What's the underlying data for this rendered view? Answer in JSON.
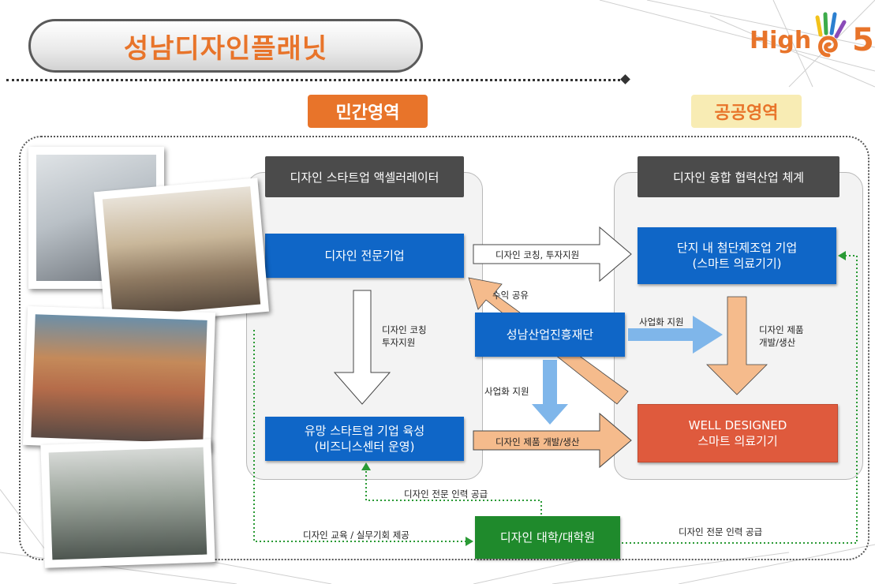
{
  "title": "성남디자인플래닛",
  "logo": {
    "text": "High",
    "number": "5"
  },
  "regions": {
    "private": "민간영역",
    "public": "공공영역"
  },
  "panels": {
    "left_header": "디자인 스타트업 액셀러레이터",
    "right_header": "디자인 융합 협력산업 체계"
  },
  "boxes": {
    "design_firm": "디자인 전문기업",
    "startup_line1": "유망 스타트업 기업 육성",
    "startup_line2": "(비즈니스센터 운영)",
    "foundation": "성남산업진흥재단",
    "manufacturer_line1": "단지 내 첨단제조업 기업",
    "manufacturer_line2": "(스마트 의료기기)",
    "welldesigned_line1": "WELL DESIGNED",
    "welldesigned_line2": "스마트 의료기기",
    "university": "디자인 대학/대학원"
  },
  "labels": {
    "coaching_invest": "디자인 코칭, 투자지원",
    "coaching_line1": "디자인 코칭",
    "coaching_line2": "투자지원",
    "profit_share": "수익 공유",
    "biz_support_right": "사업화 지원",
    "biz_support_down": "사업화 지원",
    "product_dev_line1": "디자인 제품",
    "product_dev_line2": "개발/생산",
    "product_dev_bottom": "디자인 제품 개발/생산",
    "talent_supply_left": "디자인 전문 인력 공급",
    "education": "디자인 교육 / 실무기회 제공",
    "talent_supply_right": "디자인 전문 인력 공급"
  },
  "colors": {
    "accent_orange": "#e8742a",
    "blue_box": "#0f66c7",
    "red_box": "#df5a3d",
    "green_box": "#1f8a2c",
    "arrow_orange": "#f5bb8c",
    "arrow_blue": "#7fb6ea",
    "dotted_green": "#2a9a35"
  }
}
